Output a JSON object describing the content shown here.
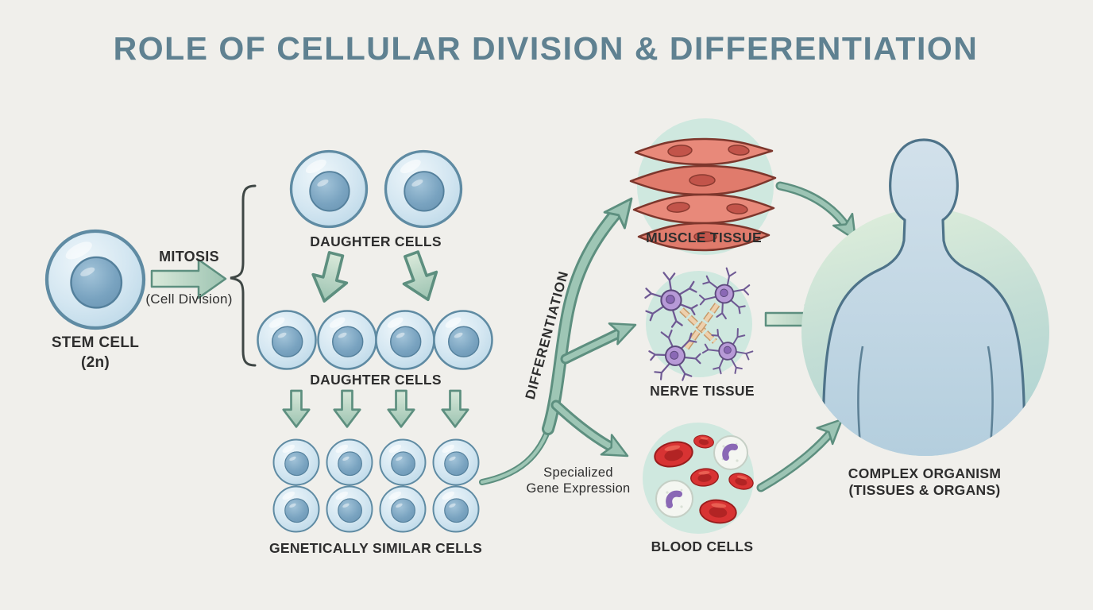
{
  "title": "ROLE OF CELLULAR DIVISION & DIFFERENTIATION",
  "stem_cell": {
    "name": "STEM CELL",
    "ploidy": "(2n)"
  },
  "mitosis": {
    "name": "MITOSIS",
    "description": "(Cell Division)"
  },
  "rows": {
    "daughter1": "DAUGHTER CELLS",
    "daughter2": "DAUGHTER CELLS",
    "similar": "GENETICALLY SIMILAR CELLS"
  },
  "differentiation": {
    "name": "DIFFERENTIATION",
    "mechanism_line1": "Specialized",
    "mechanism_line2": "Gene Expression"
  },
  "tissues": {
    "muscle": "MUSCLE TISSUE",
    "nerve": "NERVE TISSUE",
    "blood": "BLOOD CELLS"
  },
  "organism": {
    "name": "COMPLEX ORGANISM",
    "composition": "(TISSUES & ORGANS)"
  },
  "colors": {
    "background": "#f0efeb",
    "title": "#5f8191",
    "label": "#2e2e2e",
    "arrow_fill": "#a6c9b7",
    "arrow_stroke": "#5d8f7f",
    "cell_fill": "#cfe4ef",
    "cell_stroke": "#5f8ba3",
    "nucleus_fill": "#79a3c0",
    "tissue_circle": "#cfe8df",
    "muscle_fill": "#e8897a",
    "muscle_stroke": "#7d362c",
    "nerve_fill": "#b79ad7",
    "nerve_stroke": "#5e4b7e",
    "axon_fill": "#eed0ac",
    "rbc_fill": "#d83333",
    "wbc_fill": "#f4f6f1",
    "wbc_nucleus": "#8a68b5",
    "organism_circle": "#c6e0d6",
    "body_fill": "#c5d9e6",
    "body_stroke": "#4e7389"
  }
}
